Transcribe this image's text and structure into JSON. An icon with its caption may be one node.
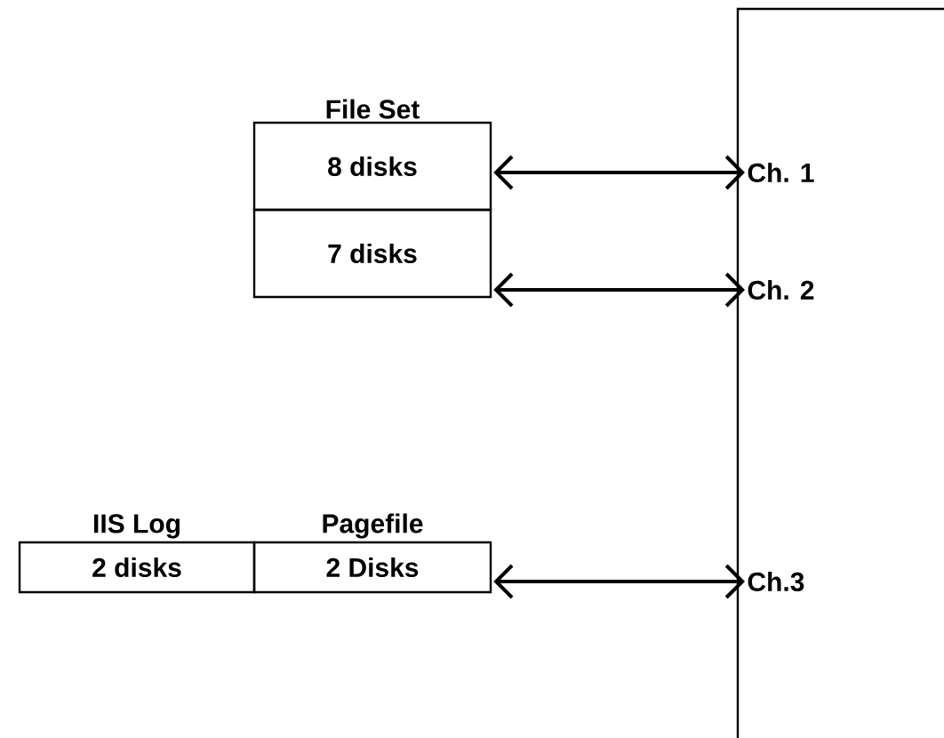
{
  "diagram": {
    "nodes": [
      {
        "text": [],
        "shape": "box"
      },
      {
        "text": [
          "Ch. 1"
        ],
        "in": 0
      },
      {
        "text": [
          "Ch. 2"
        ],
        "in": 0
      },
      {
        "text": [
          "Ch.3"
        ],
        "in": 0
      },
      {
        "text": [
          "File Set",
          "8 disks"
        ]
      },
      {
        "text": [
          "7 disks"
        ]
      },
      {
        "text": [
          "IIS Log",
          "2 disks"
        ]
      },
      {
        "text": [
          "Pagefile",
          "2 Disks"
        ]
      }
    ],
    "edges": [
      {
        "from": 4,
        "to": 1,
        "arrow": "both"
      },
      {
        "from": 5,
        "to": 2,
        "arrow": "both"
      },
      {
        "from": 7,
        "to": 3,
        "arrow": "both"
      }
    ]
  }
}
